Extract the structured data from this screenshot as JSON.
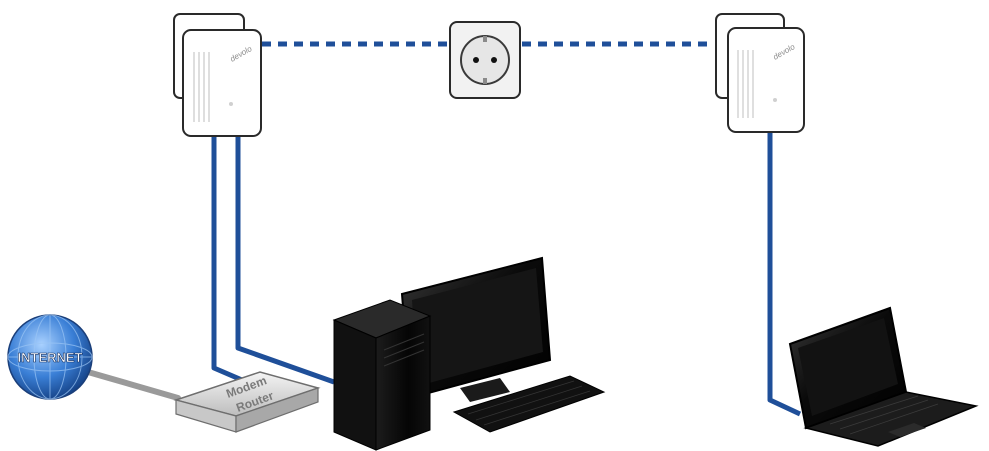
{
  "labels": {
    "internet": "INTERNET",
    "modem_line1": "Modem",
    "modem_line2": "Router",
    "brand": "devolo"
  },
  "colors": {
    "ethernet_cable": "#1f4f99",
    "powerline_dash": "#1f4f99",
    "internet_cable": "#9a9a9a",
    "adapter_body": "#ffffff",
    "adapter_outline": "#2a2a2a",
    "pc_black": "#0b0b0b",
    "globe_blue": "#2e6fc4"
  },
  "icons": {
    "internet": "globe-icon",
    "router": "modem-router-icon",
    "adapter_left": "powerline-adapter-icon",
    "adapter_right": "powerline-adapter-icon",
    "outlet": "wall-socket-icon",
    "desktop": "desktop-pc-icon",
    "laptop": "laptop-icon"
  }
}
